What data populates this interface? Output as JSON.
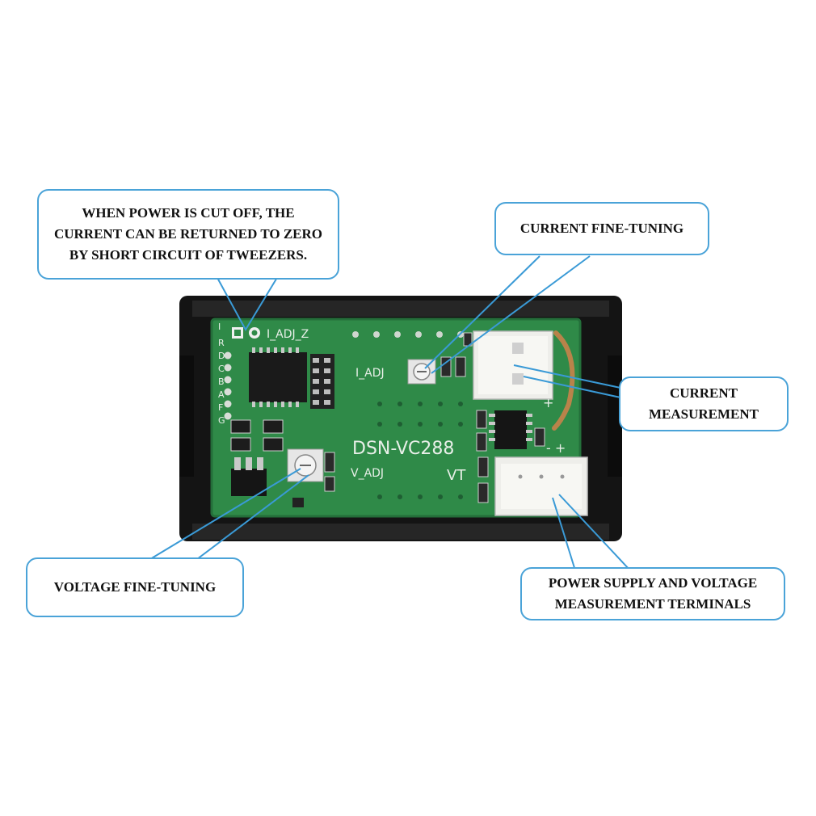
{
  "callouts": {
    "zero_reset": {
      "lines": [
        "WHEN POWER IS CUT OFF, THE",
        "CURRENT CAN BE RETURNED TO ZERO",
        "BY SHORT CIRCUIT OF TWEEZERS."
      ]
    },
    "current_fine_tuning": {
      "lines": [
        "CURRENT FINE-TUNING"
      ]
    },
    "current_measurement": {
      "lines": [
        "CURRENT",
        "MEASUREMENT"
      ]
    },
    "voltage_fine_tuning": {
      "lines": [
        "VOLTAGE FINE-TUNING"
      ]
    },
    "power_terminals": {
      "lines": [
        "POWER SUPPLY AND VOLTAGE",
        "MEASUREMENT TERMINALS"
      ]
    }
  },
  "board": {
    "silkscreen": {
      "i_adj_z": "I_ADJ_Z",
      "i_adj": "I_ADJ",
      "model": "DSN-VC288",
      "v_adj": "V_ADJ",
      "vt": "VT",
      "plus_top": "+",
      "minus_plus": "- +",
      "side_letters": [
        "I",
        "R",
        "D",
        "C",
        "B",
        "A",
        "F",
        "G"
      ]
    }
  },
  "colors": {
    "callout_border": "#4aa3d8",
    "leader_line": "#3a9ad6",
    "pcb": "#2f8a48",
    "case": "#141414"
  }
}
